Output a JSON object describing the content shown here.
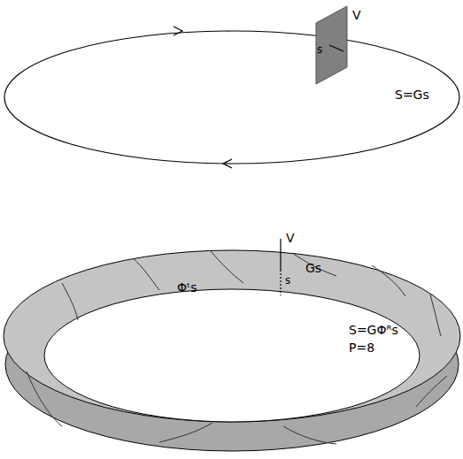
{
  "diagram": {
    "labels": [
      "V",
      "s",
      "S=Gs",
      "V",
      "s",
      "Gs",
      "Φᵗs",
      "S=GΦᴿs",
      "P=8"
    ]
  }
}
